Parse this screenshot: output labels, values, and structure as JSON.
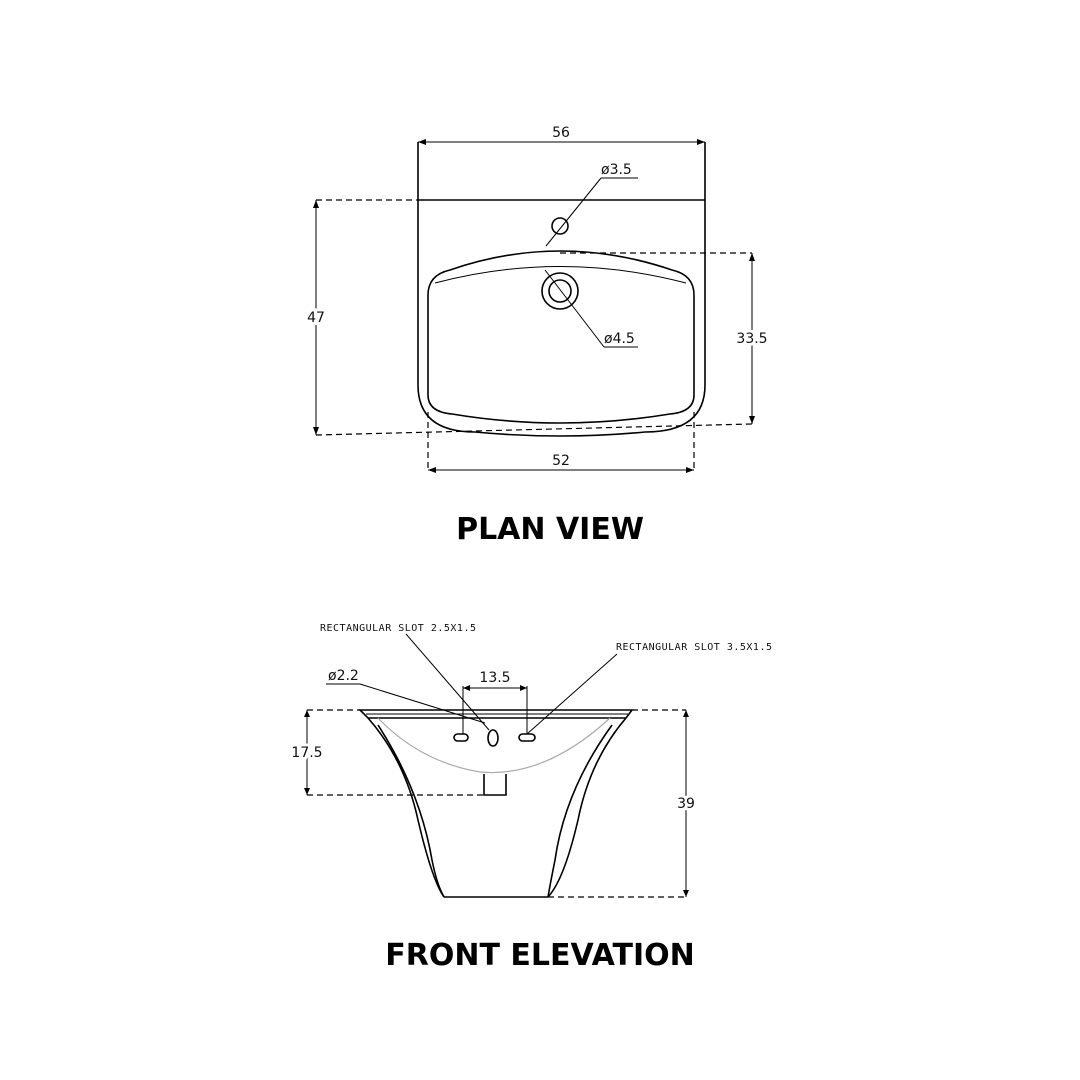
{
  "plan_view": {
    "title": "PLAN VIEW",
    "dims": {
      "overall_width": "56",
      "bowl_width": "52",
      "overall_depth": "47",
      "bowl_depth": "33.5",
      "tap_hole": "ø3.5",
      "waste_hole": "ø4.5"
    }
  },
  "front_elevation": {
    "title": "FRONT ELEVATION",
    "dims": {
      "overflow_spacing": "13.5",
      "bowl_height": "17.5",
      "overall_height": "39",
      "hole_diameter": "ø2.2"
    },
    "notes": {
      "slot_left": "RECTANGULAR SLOT 2.5X1.5",
      "slot_right": "RECTANGULAR SLOT 3.5X1.5"
    }
  }
}
